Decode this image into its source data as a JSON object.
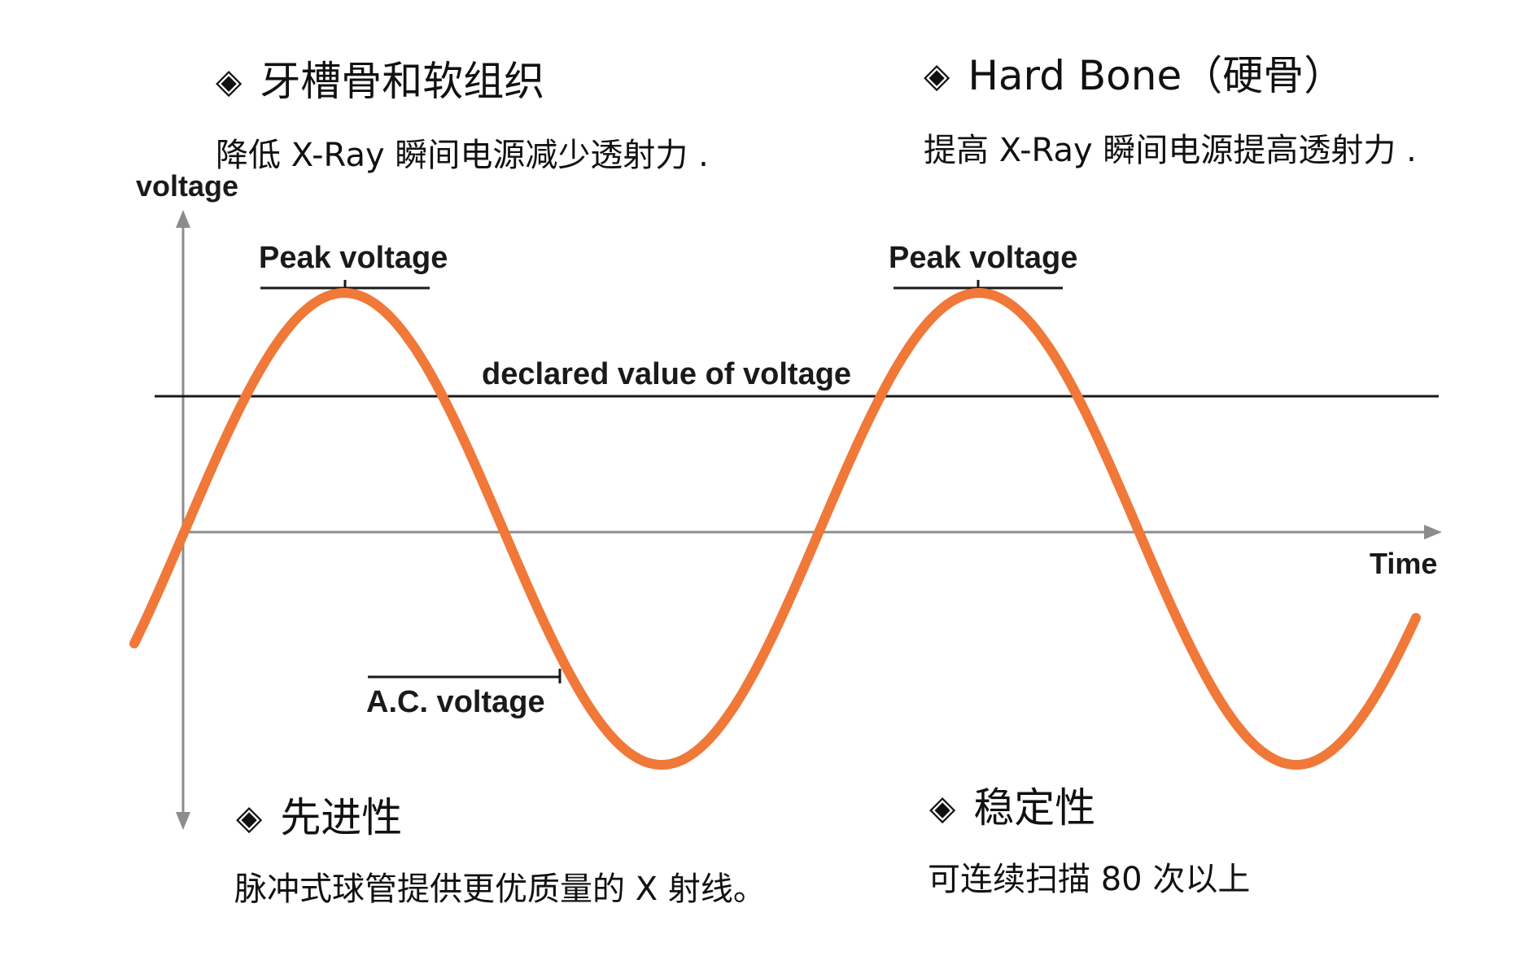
{
  "sections": {
    "top_left": {
      "marker": "◈",
      "title": "牙槽骨和软组织",
      "description": "降低 X-Ray 瞬间电源减少透射力 ."
    },
    "top_right": {
      "marker": "◈",
      "title": "Hard Bone（硬骨）",
      "description": "提高 X-Ray 瞬间电源提高透射力 ."
    },
    "bottom_left": {
      "marker": "◈",
      "title": "先进性",
      "description": "脉冲式球管提供更优质量的 X 射线。"
    },
    "bottom_right": {
      "marker": "◈",
      "title": "稳定性",
      "description": "可连续扫描 80 次以上"
    }
  },
  "diagram": {
    "y_axis_label": "voltage",
    "x_axis_label": "Time",
    "peak_label_1": "Peak voltage",
    "peak_label_2": "Peak voltage",
    "declared_label": "declared value of voltage",
    "ac_label": "A.C. voltage",
    "wave_color": "#f07838",
    "axis_color": "#8c8c8c",
    "line_color": "#1a1a1a"
  }
}
